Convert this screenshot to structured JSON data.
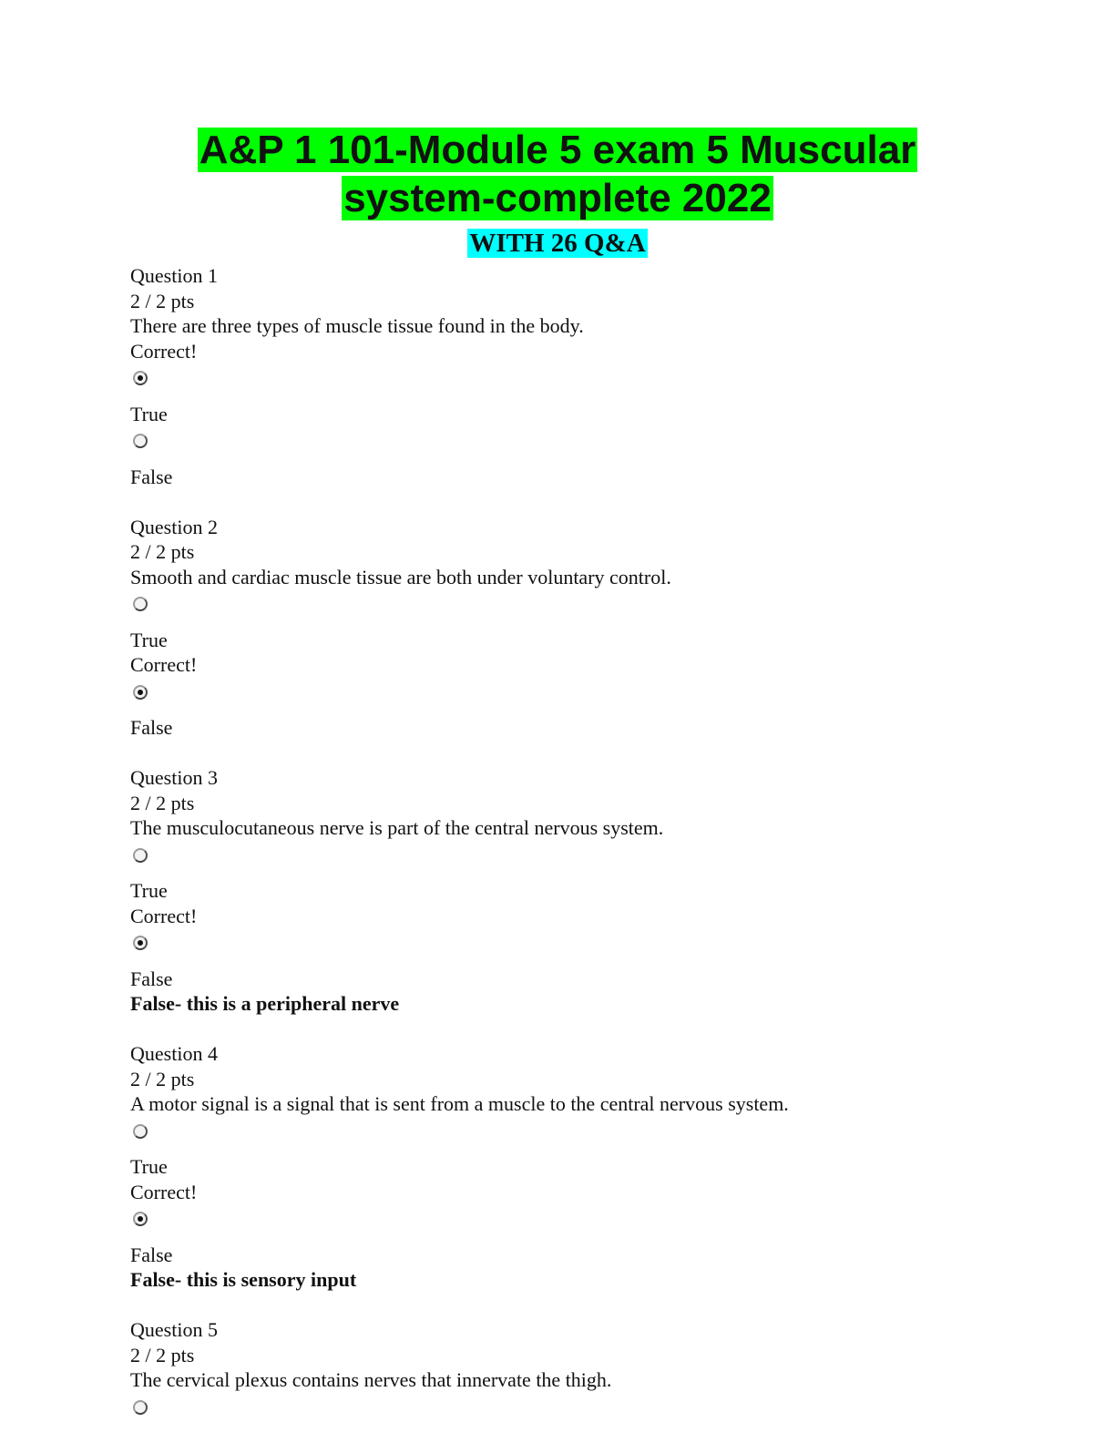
{
  "title_line1": "A&P 1 101-Module 5 exam 5 Muscular ",
  "title_line2": "system-complete 2022",
  "subtitle": "WITH 26 Q&A",
  "questions": [
    {
      "label": "Question 1",
      "points": "2 / 2 pts",
      "text": "There are three types of muscle tissue found in the body.",
      "correct_label": "Correct!",
      "options": [
        {
          "label": "True",
          "checked": true
        },
        {
          "label": "False",
          "checked": false
        }
      ],
      "note": ""
    },
    {
      "label": "Question 2",
      "points": "2 / 2 pts",
      "text": "Smooth and cardiac muscle tissue are both under voluntary control.",
      "correct_label": "Correct!",
      "options": [
        {
          "label": "True",
          "checked": false
        },
        {
          "label": "False",
          "checked": true
        }
      ],
      "note": ""
    },
    {
      "label": "Question 3",
      "points": "2 / 2 pts",
      "text": "The musculocutaneous nerve is part of the central nervous system.",
      "correct_label": "Correct!",
      "options": [
        {
          "label": "True",
          "checked": false
        },
        {
          "label": "False",
          "checked": true
        }
      ],
      "note": "False- this is a peripheral nerve"
    },
    {
      "label": "Question 4",
      "points": "2 / 2 pts",
      "text": "A motor signal is a signal that is sent from a muscle to the central nervous system.",
      "correct_label": "Correct!",
      "options": [
        {
          "label": "True",
          "checked": false
        },
        {
          "label": "False",
          "checked": true
        }
      ],
      "note": "False- this is sensory input"
    },
    {
      "label": "Question 5",
      "points": "2 / 2 pts",
      "text": "The cervical plexus contains nerves that innervate the thigh.",
      "options": [
        {
          "label": "",
          "checked": false
        }
      ]
    }
  ]
}
